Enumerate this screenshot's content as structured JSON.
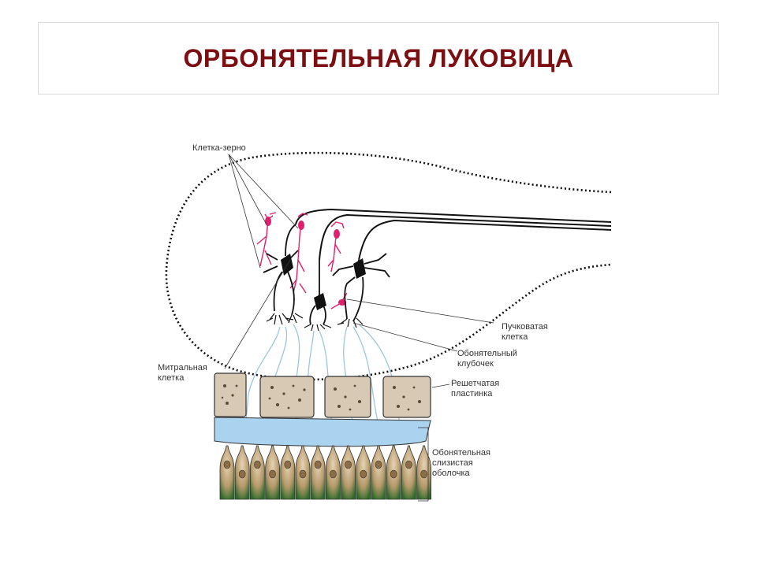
{
  "title": "ОРБОНЯТЕЛЬНАЯ ЛУКОВИЦА",
  "labels": {
    "granule_cell": "Клетка-зерно",
    "tufted_cell_1": "Пучковатая",
    "tufted_cell_2": "клетка",
    "glomerulus_1": "Обонятельный",
    "glomerulus_2": "клубочек",
    "mitral_cell_1": "Митральная",
    "mitral_cell_2": "клетка",
    "cribriform_1": "Решетчатая",
    "cribriform_2": "пластинка",
    "mucosa_1": "Обонятельная",
    "mucosa_2": "слизистая",
    "mucosa_3": "оболочка"
  },
  "colors": {
    "title": "#7b0f12",
    "granule_cells": "#e0206e",
    "olfactory_axons": "#9cc6e0",
    "bone": "#d8c9b4",
    "mucus": "#a9d3ef",
    "epithelium": "#2f6b2a",
    "neurons": "#111111"
  }
}
